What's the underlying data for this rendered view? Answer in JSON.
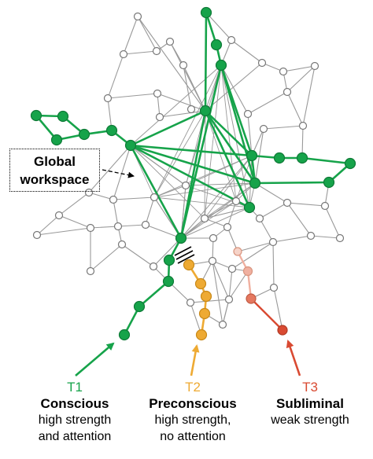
{
  "colors": {
    "conscious": "#16a34a",
    "preconscious": "#eeaa33",
    "subliminal": "#d94a32",
    "subliminal_faint": "#f0b0a0",
    "network": "#999999"
  },
  "workspace_label": {
    "line1": "Global",
    "line2": "workspace"
  },
  "targets": [
    {
      "tag": "T1",
      "title": "Conscious",
      "line1": "high strength",
      "line2": "and attention"
    },
    {
      "tag": "T2",
      "title": "Preconscious",
      "line1": "high strength,",
      "line2": "no attention"
    },
    {
      "tag": "T3",
      "title": "Subliminal",
      "line1": "weak strength",
      "line2": ""
    }
  ]
}
